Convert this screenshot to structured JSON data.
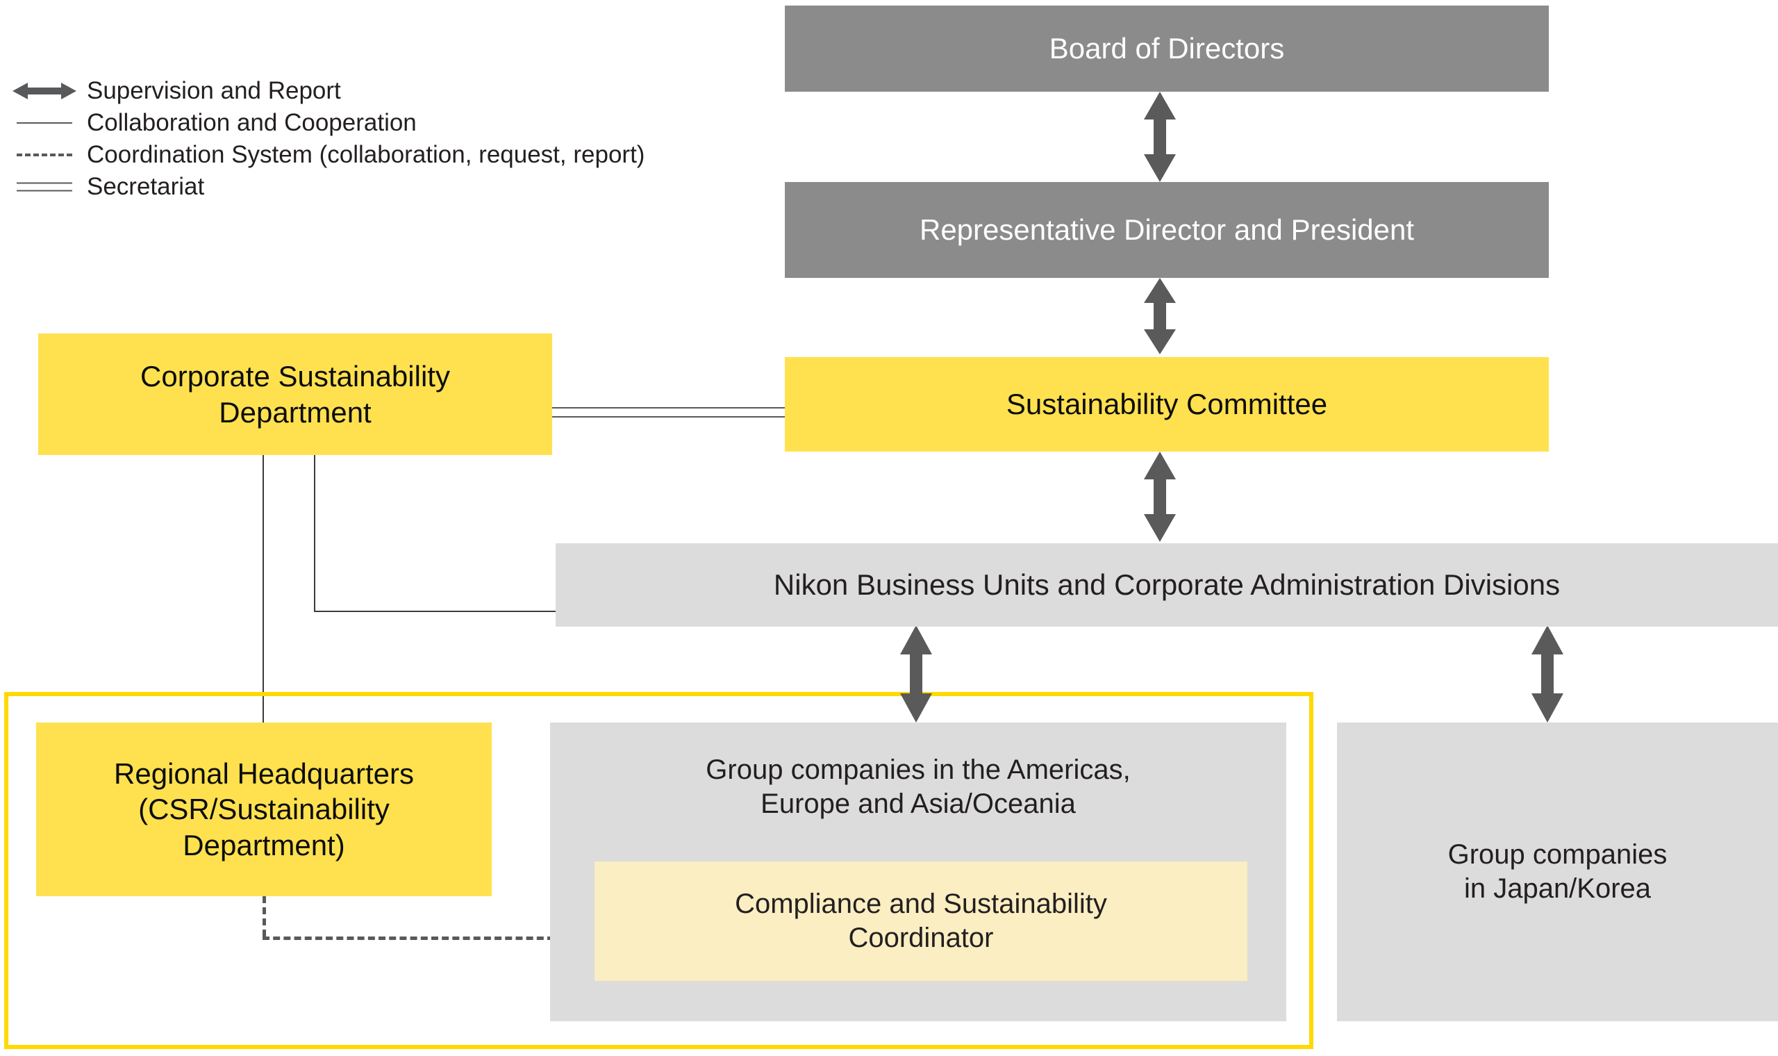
{
  "legend": {
    "items": [
      {
        "marker": "double-arrow-icon",
        "label": "Supervision and Report"
      },
      {
        "marker": "solid-line-icon",
        "label": "Collaboration and Cooperation"
      },
      {
        "marker": "dashed-line-icon",
        "label": "Coordination System (collaboration, request, report)"
      },
      {
        "marker": "double-line-icon",
        "label": "Secretariat"
      }
    ]
  },
  "nodes": {
    "board_of_directors": "Board of Directors",
    "representative_director": "Representative Director and President",
    "sustainability_committee": "Sustainability Committee",
    "corporate_sustainability_department": "Corporate Sustainability\nDepartment",
    "corporate_sustainability_department_l1": "Corporate Sustainability",
    "corporate_sustainability_department_l2": "Department",
    "nikon_business_units": "Nikon Business Units and Corporate Administration Divisions",
    "regional_headquarters_l1": "Regional Headquarters",
    "regional_headquarters_l2": "(CSR/Sustainability",
    "regional_headquarters_l3": "Department)",
    "group_companies_overseas_l1": "Group companies in the Americas,",
    "group_companies_overseas_l2": "Europe and Asia/Oceania",
    "compliance_coordinator_l1": "Compliance and Sustainability",
    "compliance_coordinator_l2": "Coordinator",
    "group_companies_japan_korea_l1": "Group companies",
    "group_companies_japan_korea_l2": "in Japan/Korea"
  },
  "colors": {
    "accent_yellow": "#ffe14f",
    "frame_yellow": "#ffd900",
    "pale_yellow": "#faeec2",
    "gray_dark": "#8b8b8b",
    "gray_light": "#dcdcdc",
    "arrow_gray": "#5a5a5a",
    "line_gray": "#3b3b3b",
    "text_dark": "#231f20",
    "text_light": "#ffffff"
  }
}
